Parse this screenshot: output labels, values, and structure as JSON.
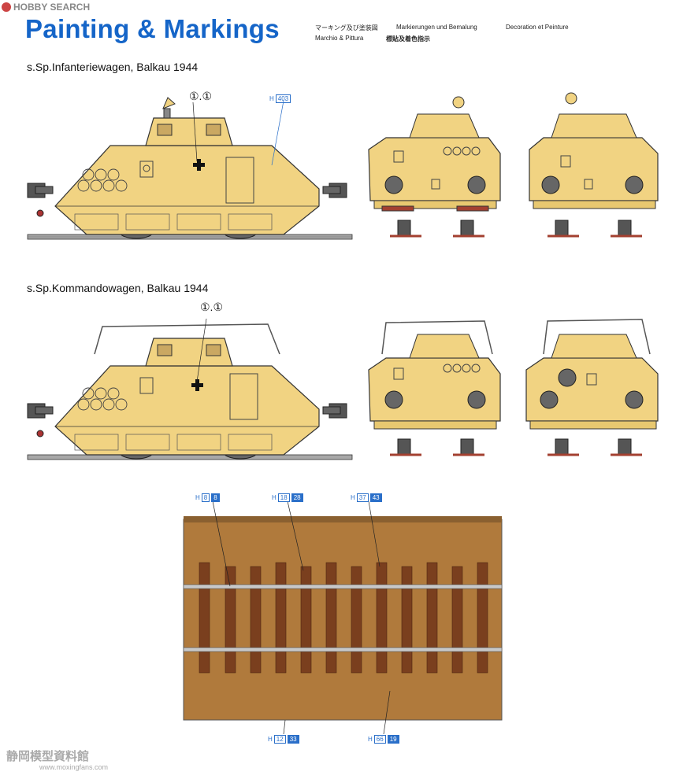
{
  "watermark_top": "HOBBY SEARCH",
  "title": "Painting & Markings",
  "languages": {
    "jp": "マーキング及び塗装図",
    "de": "Markierungen und Bemalung",
    "fr": "Decoration et Peinture",
    "it": "Marchio & Pittura",
    "cn": "標貼及着色指示"
  },
  "vehicles": [
    {
      "name": "s.Sp.Infanteriewagen, Balkau 1944",
      "decal": "①.①",
      "paint_prefix": "H",
      "paint_code": "403"
    },
    {
      "name": "s.Sp.Kommandowagen, Balkau 1944",
      "decal": "①.①"
    }
  ],
  "track_callouts": [
    {
      "prefix": "H",
      "a": "8",
      "b": "8"
    },
    {
      "prefix": "H",
      "a": "18",
      "b": "28"
    },
    {
      "prefix": "H",
      "a": "37",
      "b": "43"
    },
    {
      "prefix": "H",
      "a": "12",
      "b": "33"
    },
    {
      "prefix": "H",
      "a": "66",
      "b": "19"
    }
  ],
  "watermark_bottom": "静岡模型資料館",
  "watermark_url": "www.moxingfans.com",
  "colors": {
    "title_blue": "#1565c8",
    "vehicle_sand": "#f1d382",
    "vehicle_outline": "#3a3a3a",
    "ground_brown": "#b07a3c",
    "sleeper_brown": "#7a3f1e",
    "rail_grey": "#c8c8c8",
    "callout_blue": "#2a6fc9"
  }
}
